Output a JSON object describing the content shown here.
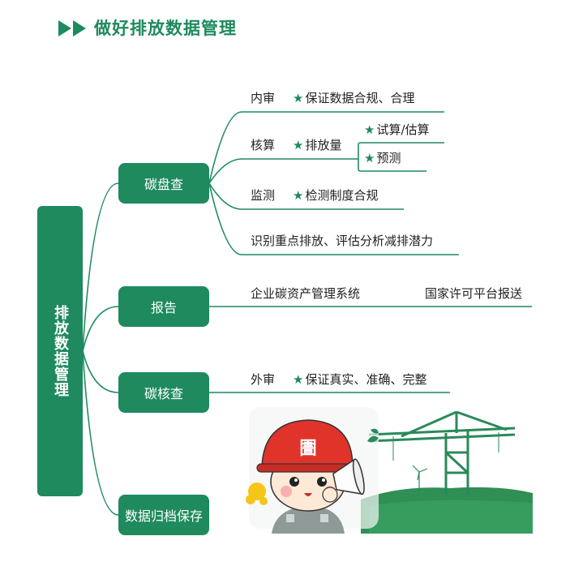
{
  "title": "做好排放数据管理",
  "colors": {
    "primary": "#1e8a5e",
    "text": "#222222"
  },
  "root": {
    "label": "排放数据管理"
  },
  "nodes": {
    "check": "碳盘查",
    "report": "报告",
    "verify": "碳核查",
    "archive": "数据归档保存"
  },
  "check_branches": {
    "audit": {
      "label": "内审",
      "star": "★",
      "detail": "保证数据合规、合理"
    },
    "accounting": {
      "label": "核算",
      "star": "★",
      "detail": "排放量",
      "sub1": "试算/估算",
      "sub2": "预测"
    },
    "monitoring": {
      "label": "监测",
      "star": "★",
      "detail": "检测制度合规"
    },
    "identify": {
      "label": "识别重点排放、评估分析减排潜力"
    }
  },
  "report_branches": {
    "system": "企业碳资产管理系统",
    "platform": "国家许可平台报送"
  },
  "verify_branches": {
    "external": {
      "label": "外审",
      "star": "★",
      "detail": "保证真实、准确、完整"
    }
  },
  "illustration": {
    "icon": "mascot-with-crane-illustration",
    "helmet_char": "圕"
  }
}
